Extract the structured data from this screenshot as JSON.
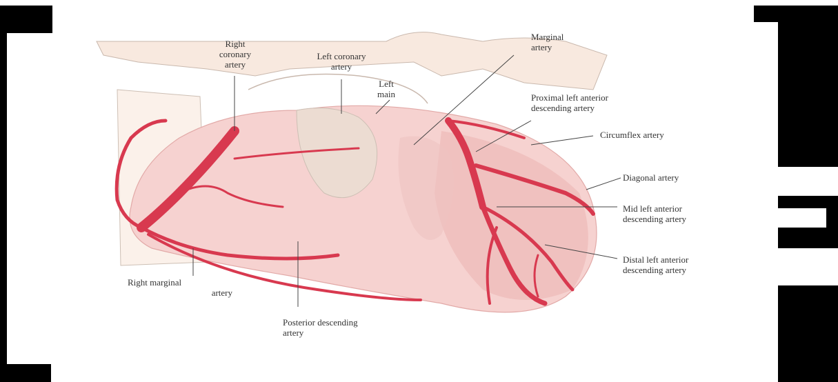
{
  "colors": {
    "artery": "#d8394f",
    "heart_fill": "#f6d2d0",
    "heart_shade": "#eeb9b8",
    "vessel_bg": "#f8e9df",
    "leader": "#444444"
  },
  "labels": {
    "right_coronary": [
      "Right",
      "coronary",
      "artery"
    ],
    "left_coronary": [
      "Left coronary",
      "artery"
    ],
    "left_main": [
      "Left",
      "main"
    ],
    "marginal": [
      "Marginal",
      "artery"
    ],
    "proximal_lad": [
      "Proximal left anterior",
      "descending artery"
    ],
    "circumflex": [
      "Circumflex artery"
    ],
    "diagonal": [
      "Diagonal artery"
    ],
    "mid_lad": [
      "Mid left anterior",
      "descending artery"
    ],
    "distal_lad": [
      "Distal left anterior",
      "descending artery"
    ],
    "right_marginal": [
      "Right marginal",
      "artery"
    ],
    "posterior_descending": [
      "Posterior descending",
      "artery"
    ]
  }
}
